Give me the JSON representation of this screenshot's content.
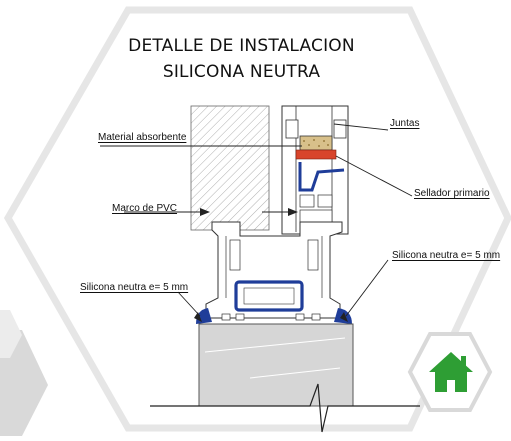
{
  "title": {
    "line1": "DETALLE DE INSTALACION",
    "line2": "SILICONA NEUTRA"
  },
  "labels": {
    "juntas": "Juntas",
    "material_absorbente": "Material absorbente",
    "sellador_primario": "Sellador primario",
    "marco_pvc": "Marco de PVC",
    "silicona_right": "Silicona neutra e= 5 mm",
    "silicona_left": "Silicona neutra e= 5 mm"
  },
  "home_button": {
    "icon": "house-icon",
    "color": "#2e9e34"
  },
  "colors": {
    "silicone": "#1f3d99",
    "absorbent": "#d8442b",
    "wall": "#d6d6d6",
    "hexagon_frame": "#e6e6e6"
  }
}
